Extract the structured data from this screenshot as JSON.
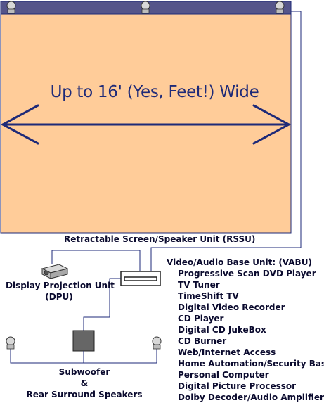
{
  "screen": {
    "width_text": "Up to 16' (Yes, Feet!) Wide",
    "label": "Retractable Screen/Speaker Unit (RSSU)",
    "fill_color": "#ffcc99",
    "bar_color": "#55558a"
  },
  "projector": {
    "label_line1": "Display Projection Unit",
    "label_line2": "(DPU)"
  },
  "base_unit": {
    "label": "Video/Audio Base Unit: (VABU)",
    "features": [
      "Progressive Scan DVD Player",
      "TV Tuner",
      "TimeShift TV",
      "Digital Video Recorder",
      "CD Player",
      "Digital CD JukeBox",
      "CD Burner",
      "Web/Internet Access",
      "Home Automation/Security Base",
      "Personal Computer",
      "Digital Picture Processor",
      "Dolby Decoder/Audio Amplifier"
    ]
  },
  "audio": {
    "label_line1": "Subwoofer",
    "label_line2": "&",
    "label_line3": "Rear Surround Speakers"
  },
  "colors": {
    "arrow": "#1e2a78",
    "line": "#1e2a78",
    "subwoofer": "#666666"
  }
}
